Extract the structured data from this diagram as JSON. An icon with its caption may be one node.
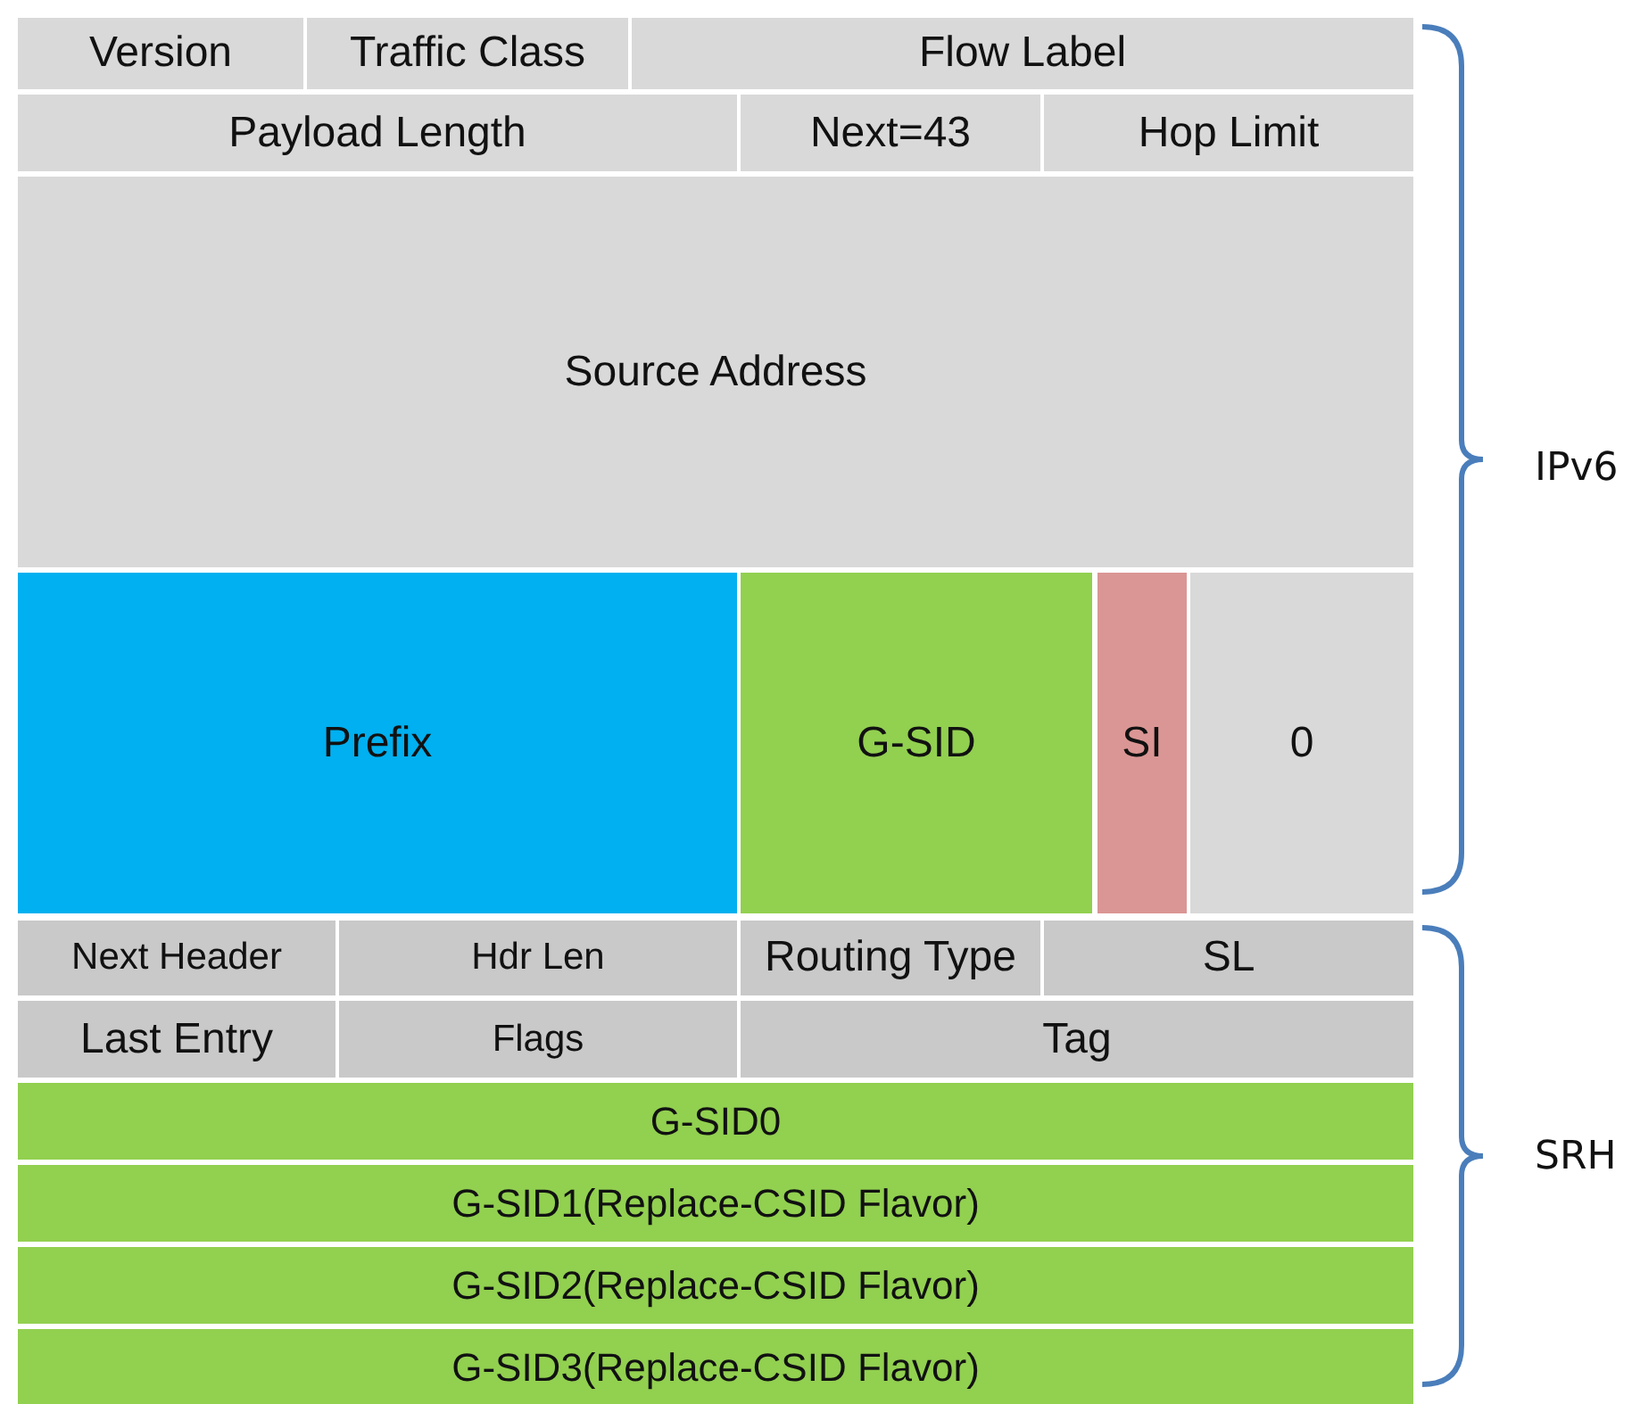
{
  "diagram": {
    "nodes": [
      {
        "text": [
          "Version"
        ]
      },
      {
        "text": [
          "Traffic Class"
        ]
      },
      {
        "text": [
          "Flow Label"
        ]
      },
      {
        "text": [
          "Payload Length"
        ]
      },
      {
        "text": [
          "Next=43"
        ]
      },
      {
        "text": [
          "Hop Limit"
        ]
      },
      {
        "text": [
          "Source Address"
        ]
      },
      {
        "text": [
          "Prefix"
        ]
      },
      {
        "text": [
          "G-SID"
        ]
      },
      {
        "text": [
          "SI"
        ]
      },
      {
        "text": [
          "0"
        ]
      },
      {
        "text": [
          "Next Header"
        ]
      },
      {
        "text": [
          "Hdr Len"
        ]
      },
      {
        "text": [
          "Routing Type"
        ]
      },
      {
        "text": [
          "SL"
        ]
      },
      {
        "text": [
          "Last Entry"
        ]
      },
      {
        "text": [
          "Flags"
        ]
      },
      {
        "text": [
          "Tag"
        ]
      },
      {
        "text": [
          "G-SID0"
        ]
      },
      {
        "text": [
          "G-SID1(Replace-CSID Flavor)"
        ]
      },
      {
        "text": [
          "G-SID2(Replace-CSID Flavor)"
        ]
      },
      {
        "text": [
          "G-SID3(Replace-CSID Flavor)"
        ]
      }
    ],
    "labels": [
      "IPv6",
      "SRH"
    ]
  }
}
